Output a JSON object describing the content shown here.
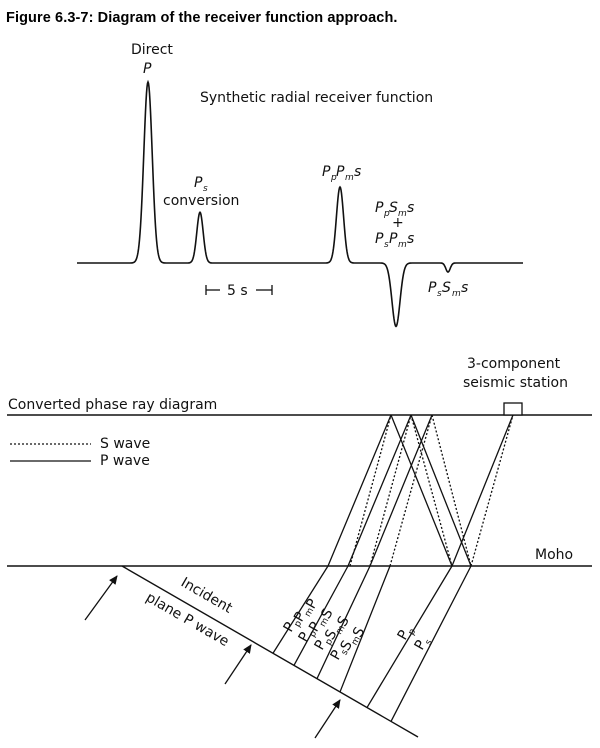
{
  "figure_title": "Figure 6.3-7: Diagram of the receiver function approach.",
  "receiver_function": {
    "title": "Synthetic radial receiver function",
    "scale_bar_label": "5 s",
    "peaks": [
      {
        "id": "direct-p",
        "label_line1": "Direct",
        "label_main": "P",
        "polarity": "positive",
        "relative_amplitude": 1.0
      },
      {
        "id": "ps-conversion",
        "label_main": "P",
        "label_sub": "s",
        "label_line2": "conversion",
        "polarity": "positive",
        "relative_amplitude": 0.28
      },
      {
        "id": "ppPms",
        "parts": [
          [
            "P",
            "p"
          ],
          [
            "P",
            "m"
          ],
          [
            "s",
            ""
          ]
        ],
        "polarity": "positive",
        "relative_amplitude": 0.42
      },
      {
        "id": "ppSms-psPms",
        "parts_top": [
          [
            "P",
            "p"
          ],
          [
            "S",
            "m"
          ],
          [
            "s",
            ""
          ]
        ],
        "plus": "+",
        "parts_bottom": [
          [
            "P",
            "s"
          ],
          [
            "P",
            "m"
          ],
          [
            "s",
            ""
          ]
        ],
        "polarity": "negative",
        "relative_amplitude": 0.35
      },
      {
        "id": "psSms",
        "parts": [
          [
            "P",
            "s"
          ],
          [
            "S",
            "m"
          ],
          [
            "s",
            ""
          ]
        ],
        "polarity": "negative",
        "relative_amplitude": 0.05
      }
    ]
  },
  "ray_diagram": {
    "title": "Converted phase ray diagram",
    "station_label_line1": "3-component",
    "station_label_line2": "seismic station",
    "interface_label": "Moho",
    "legend": [
      {
        "style": "dotted",
        "label": "S wave"
      },
      {
        "style": "solid",
        "label": "P wave"
      }
    ],
    "incident_label_line1": "Incident",
    "incident_label_line2": "plane P wave",
    "ray_labels": [
      {
        "main": [
          [
            "P",
            "p"
          ],
          [
            "P",
            "m"
          ],
          [
            "P",
            ""
          ]
        ]
      },
      {
        "main": [
          [
            "P",
            "p"
          ],
          [
            "P",
            "m"
          ],
          [
            "S",
            ""
          ]
        ]
      },
      {
        "main": [
          [
            "P",
            "p"
          ],
          [
            "S",
            "m"
          ],
          [
            "S",
            ""
          ]
        ]
      },
      {
        "main": [
          [
            "P",
            "s"
          ],
          [
            "S",
            "m"
          ],
          [
            "S",
            ""
          ]
        ]
      }
    ],
    "direct_labels": [
      {
        "main": [
          [
            "P",
            "p"
          ]
        ]
      },
      {
        "main": [
          [
            "P",
            "s"
          ]
        ]
      }
    ]
  }
}
